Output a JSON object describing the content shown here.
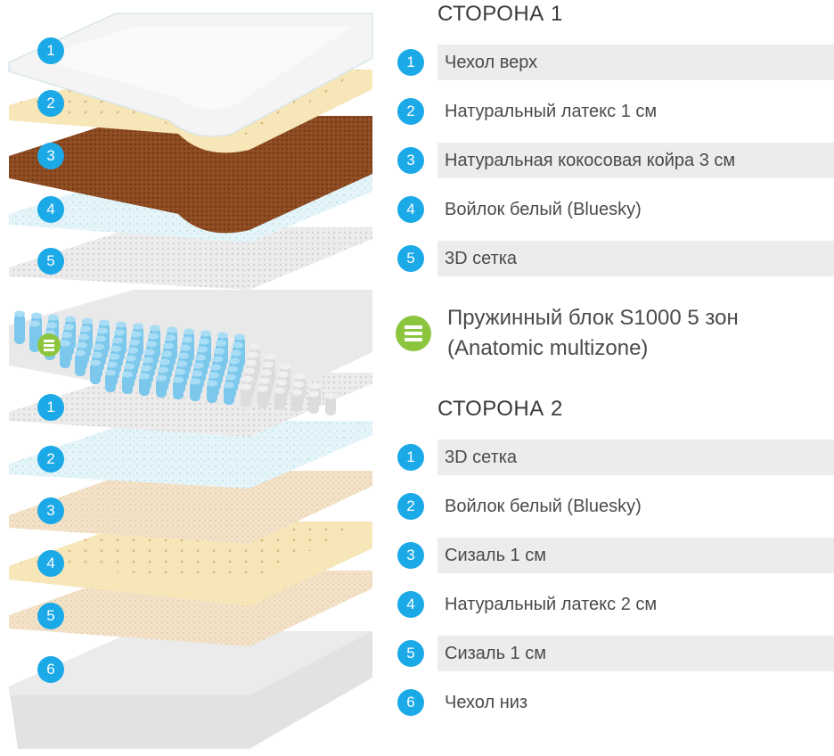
{
  "side1": {
    "heading": "СТОРОНА 1",
    "items": [
      {
        "num": "1",
        "label": "Чехол верх"
      },
      {
        "num": "2",
        "label": "Натуральный латекс 1 см"
      },
      {
        "num": "3",
        "label": "Натуральная кокосовая койра 3 см"
      },
      {
        "num": "4",
        "label": "Войлок белый (Bluesky)"
      },
      {
        "num": "5",
        "label": "3D сетка"
      }
    ]
  },
  "spring_block": {
    "line1": "Пружинный блок S1000 5 зон",
    "line2": "(Anatomic multizone)",
    "icon": "spring-block-icon"
  },
  "side2": {
    "heading": "СТОРОНА 2",
    "items": [
      {
        "num": "1",
        "label": "3D сетка"
      },
      {
        "num": "2",
        "label": "Войлок белый (Bluesky)"
      },
      {
        "num": "3",
        "label": "Сизаль 1 см"
      },
      {
        "num": "4",
        "label": "Натуральный латекс 2 см"
      },
      {
        "num": "5",
        "label": "Сизаль 1 см"
      },
      {
        "num": "6",
        "label": "Чехол низ"
      }
    ]
  },
  "colors": {
    "badge": "#1ba9e8",
    "spring_icon": "#8cc63f",
    "row_shade": "#ececec",
    "latex": "#f6e6b8",
    "coir": "#8a4a22",
    "felt": "#dff1f6",
    "mesh": "#e6e6e6",
    "sisal": "#f0dcc0",
    "spring_blue": "#7cc8ec",
    "spring_gray": "#dcdcdc"
  }
}
